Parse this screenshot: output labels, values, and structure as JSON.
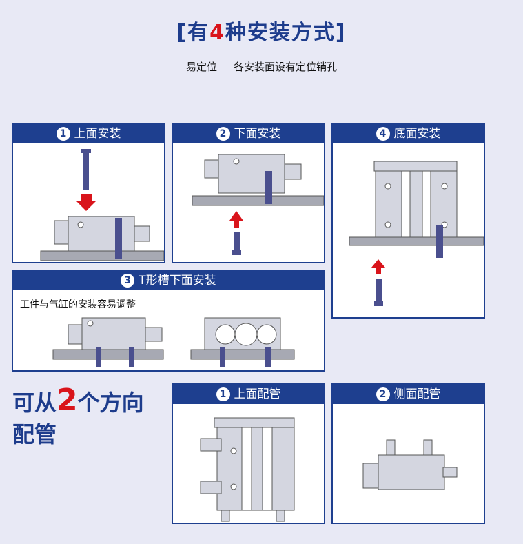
{
  "header": {
    "title_pre": "[有",
    "title_num": "4",
    "title_post": "种安装方式]"
  },
  "subtitle": {
    "part1": "易定位",
    "part2": "各安装面设有定位销孔"
  },
  "panels": {
    "top_mount": {
      "num": "1",
      "label": "上面安装"
    },
    "bottom_mount": {
      "num": "2",
      "label": "下面安装"
    },
    "base_mount": {
      "num": "4",
      "label": "底面安装"
    },
    "tslot_mount": {
      "num": "3",
      "label": "T形槽下面安装",
      "note": "工件与气缸的安装容易调整"
    },
    "top_piping": {
      "num": "1",
      "label": "上面配管"
    },
    "side_piping": {
      "num": "2",
      "label": "侧面配管"
    }
  },
  "piping_text": {
    "pre": "可从",
    "num": "2",
    "post": "个方向",
    "line2": "配管"
  },
  "colors": {
    "accent": "#1e3f8f",
    "highlight": "#d9141b",
    "metal": "#d4d6e0",
    "base": "#a7a9b3",
    "bolt": "#4a4f8e"
  }
}
